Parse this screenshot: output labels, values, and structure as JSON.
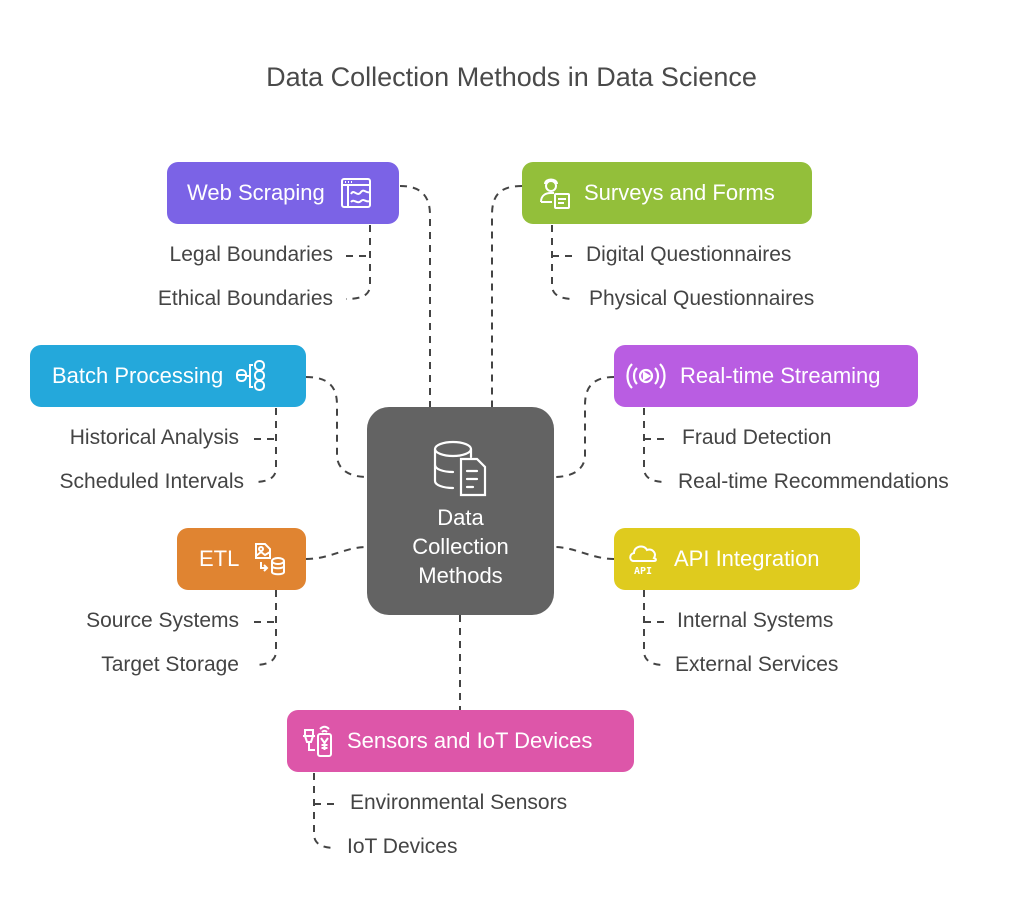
{
  "title": "Data Collection Methods in Data Science",
  "center": {
    "line1": "Data",
    "line2": "Collection",
    "line3": "Methods",
    "icon": "database-document-icon"
  },
  "branches": {
    "web_scraping": {
      "label": "Web Scraping",
      "color": "#7b63e6",
      "icon": "browser-chart-icon",
      "leaves": [
        "Legal Boundaries",
        "Ethical Boundaries"
      ]
    },
    "surveys": {
      "label": "Surveys and Forms",
      "color": "#93bf3a",
      "icon": "user-form-icon",
      "leaves": [
        "Digital Questionnaires",
        "Physical Questionnaires"
      ]
    },
    "batch": {
      "label": "Batch Processing",
      "color": "#24a8db",
      "icon": "database-batch-icon",
      "leaves": [
        "Historical Analysis",
        "Scheduled Intervals"
      ]
    },
    "streaming": {
      "label": "Real-time Streaming",
      "color": "#b95de2",
      "icon": "broadcast-play-icon",
      "leaves": [
        "Fraud Detection",
        "Real-time Recommendations"
      ]
    },
    "etl": {
      "label": "ETL",
      "color": "#e08431",
      "icon": "image-to-database-icon",
      "leaves": [
        "Source Systems",
        "Target Storage"
      ]
    },
    "api": {
      "label": "API Integration",
      "color": "#dfcb1e",
      "icon": "cloud-api-icon",
      "leaves": [
        "Internal Systems",
        "External Services"
      ]
    },
    "sensors": {
      "label": "Sensors and IoT Devices",
      "color": "#dd56a9",
      "icon": "sensor-phone-icon",
      "leaves": [
        "Environmental Sensors",
        "IoT Devices"
      ]
    }
  }
}
